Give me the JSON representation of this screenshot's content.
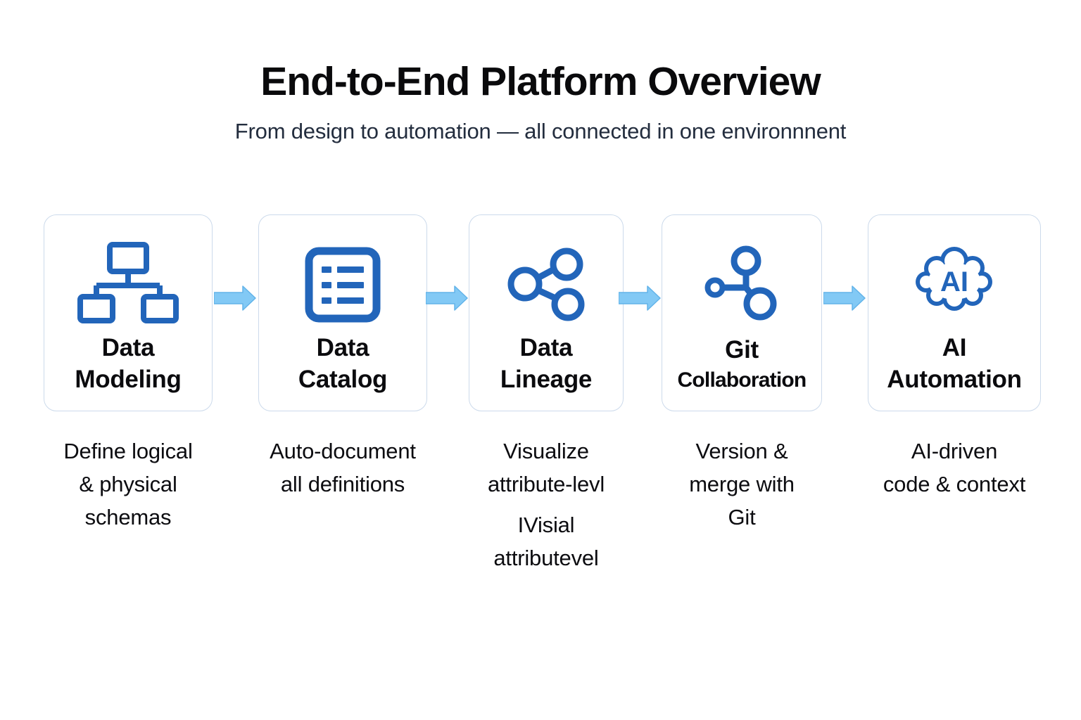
{
  "page": {
    "title": "End-to-End Platform Overview",
    "subtitle": "From design to automation — all connected in one environnnent"
  },
  "colors": {
    "icon_blue": "#2265ba",
    "arrow_fill": "#82c9f5",
    "arrow_edge": "#62b3e9",
    "card_border": "#ccdaeb"
  },
  "cards": [
    {
      "icon": "hierarchy-icon",
      "title_lines": [
        "Data",
        "Modeling"
      ],
      "description_lines": [
        "Define logical",
        "& physical",
        "schemas"
      ]
    },
    {
      "icon": "list-icon",
      "title_lines": [
        "Data",
        "Catalog"
      ],
      "description_lines": [
        "Auto-document",
        "all definitions"
      ]
    },
    {
      "icon": "share-network-icon",
      "title_lines": [
        "Data",
        "Lineage"
      ],
      "description_lines": [
        "Visualize",
        "attribute-levl"
      ],
      "description_lines_extra": [
        "IVisial",
        "attributevel"
      ]
    },
    {
      "icon": "git-branch-icon",
      "title_lines": [
        "Git",
        "Collaboration"
      ],
      "description_lines": [
        "Version &",
        "merge with",
        "Git"
      ]
    },
    {
      "icon": "ai-cloud-icon",
      "title_lines": [
        "AI",
        "Automation"
      ],
      "cloud_label": "AI",
      "description_lines": [
        "AI-driven",
        "code & context"
      ]
    }
  ]
}
